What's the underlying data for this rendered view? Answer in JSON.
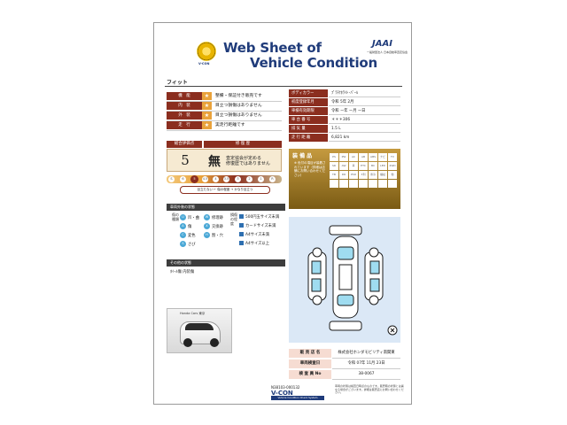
{
  "header": {
    "title_line1": "Web Sheet of",
    "title_line2": "Vehicle Condition",
    "seal_label": "V-CON",
    "org_logo": "JAAI",
    "org_name": "一般財団法人 日本自動車査定協会"
  },
  "model": "フィット",
  "evaluation": [
    {
      "label": "機　能",
      "star": "★",
      "text": "整備・保証付き販売です"
    },
    {
      "label": "内　装",
      "star": "★",
      "text": "目立つ損傷はありません"
    },
    {
      "label": "外　装",
      "star": "★",
      "text": "目立つ損傷はありません"
    },
    {
      "label": "走　行",
      "star": "★",
      "text": "実走行距離です"
    }
  ],
  "specs": [
    {
      "label": "ボディカラー",
      "value": "ﾌﾟﾗﾁﾅﾎﾜｲﾄ･ﾊﾟｰﾙ"
    },
    {
      "label": "初度登録年月",
      "value": "令和 5年 2月"
    },
    {
      "label": "車検有効期限",
      "value": "令和 ー年 ー月 ー日"
    },
    {
      "label": "車 台 番 号",
      "value": "＊＊＊306"
    },
    {
      "label": "排 気 量",
      "value": "1.5 L"
    },
    {
      "label": "走 行 距 離",
      "value": "6,821 km"
    }
  ],
  "score": {
    "head_total": "総合評価点",
    "head_repair": "修 復 歴",
    "value": "5",
    "repair_mark": "無",
    "repair_text_1": "査定協会が定める",
    "repair_text_2": "修復歴ではありません",
    "scale": [
      "S",
      "6",
      "5",
      "4.5",
      "4",
      "3.5",
      "3",
      "2",
      "1",
      "R"
    ],
    "selected": "5",
    "note": "目立たない ← 傷の程度 → かなり目立つ"
  },
  "inspector": {
    "title": "装 備 品",
    "note": "※ 色付の項目が装着されています（詳細は店舗にお問い合わせください）",
    "items": [
      "PS",
      "PW",
      "AC",
      "AB",
      "ABS",
      "ナビ",
      "TV",
      "SR",
      "AW",
      "革",
      "ETC",
      "BC",
      "LED",
      "4WD",
      "TB",
      "DR",
      "PSD",
      "3列",
      "寒冷",
      "福祉",
      "他",
      "",
      "",
      "",
      "",
      "",
      "",
      ""
    ]
  },
  "damage_section": {
    "head": "車両外装の状態",
    "group_a": "傷の種類",
    "group_b": "損傷の程度",
    "types": [
      {
        "code": "U",
        "label": "凹・曲"
      },
      {
        "code": "A",
        "label": "傷"
      },
      {
        "code": "C",
        "label": "変色"
      },
      {
        "code": "S",
        "label": "さび"
      },
      {
        "code": "W",
        "label": "修理跡"
      },
      {
        "code": "X",
        "label": "交換跡"
      },
      {
        "code": "H",
        "label": "割・穴"
      }
    ],
    "sizes": [
      {
        "label": "500円玉サイズ未満"
      },
      {
        "label": "カードサイズ未満"
      },
      {
        "label": "A4サイズ未満"
      },
      {
        "label": "A4サイズ以上"
      }
    ]
  },
  "other_section": {
    "head": "その他の状態",
    "text": "ﾎｲｰﾙ傷 内装傷"
  },
  "photo": {
    "label": "Honda Cars 東京"
  },
  "sales": [
    {
      "label": "販 売 店 名",
      "value": "株式会社ホンダモビリティ南関東"
    },
    {
      "label": "車両検査日",
      "value": "令和 07年 11月 23日"
    },
    {
      "label": "検 査 員 No",
      "value": "38-0067"
    }
  ],
  "footer": {
    "id": "N38103-000132",
    "logo": "V-CON",
    "sub": "Vehicle Condition Check System",
    "note": "車両の状態は検査日時点のものです。販売時の状態とは異なる場合がございます。詳細は販売店にお問い合わせください。"
  },
  "colors": {
    "accent": "#8b2e1f",
    "brand": "#1f3b7a",
    "star": "#e9a23b"
  }
}
